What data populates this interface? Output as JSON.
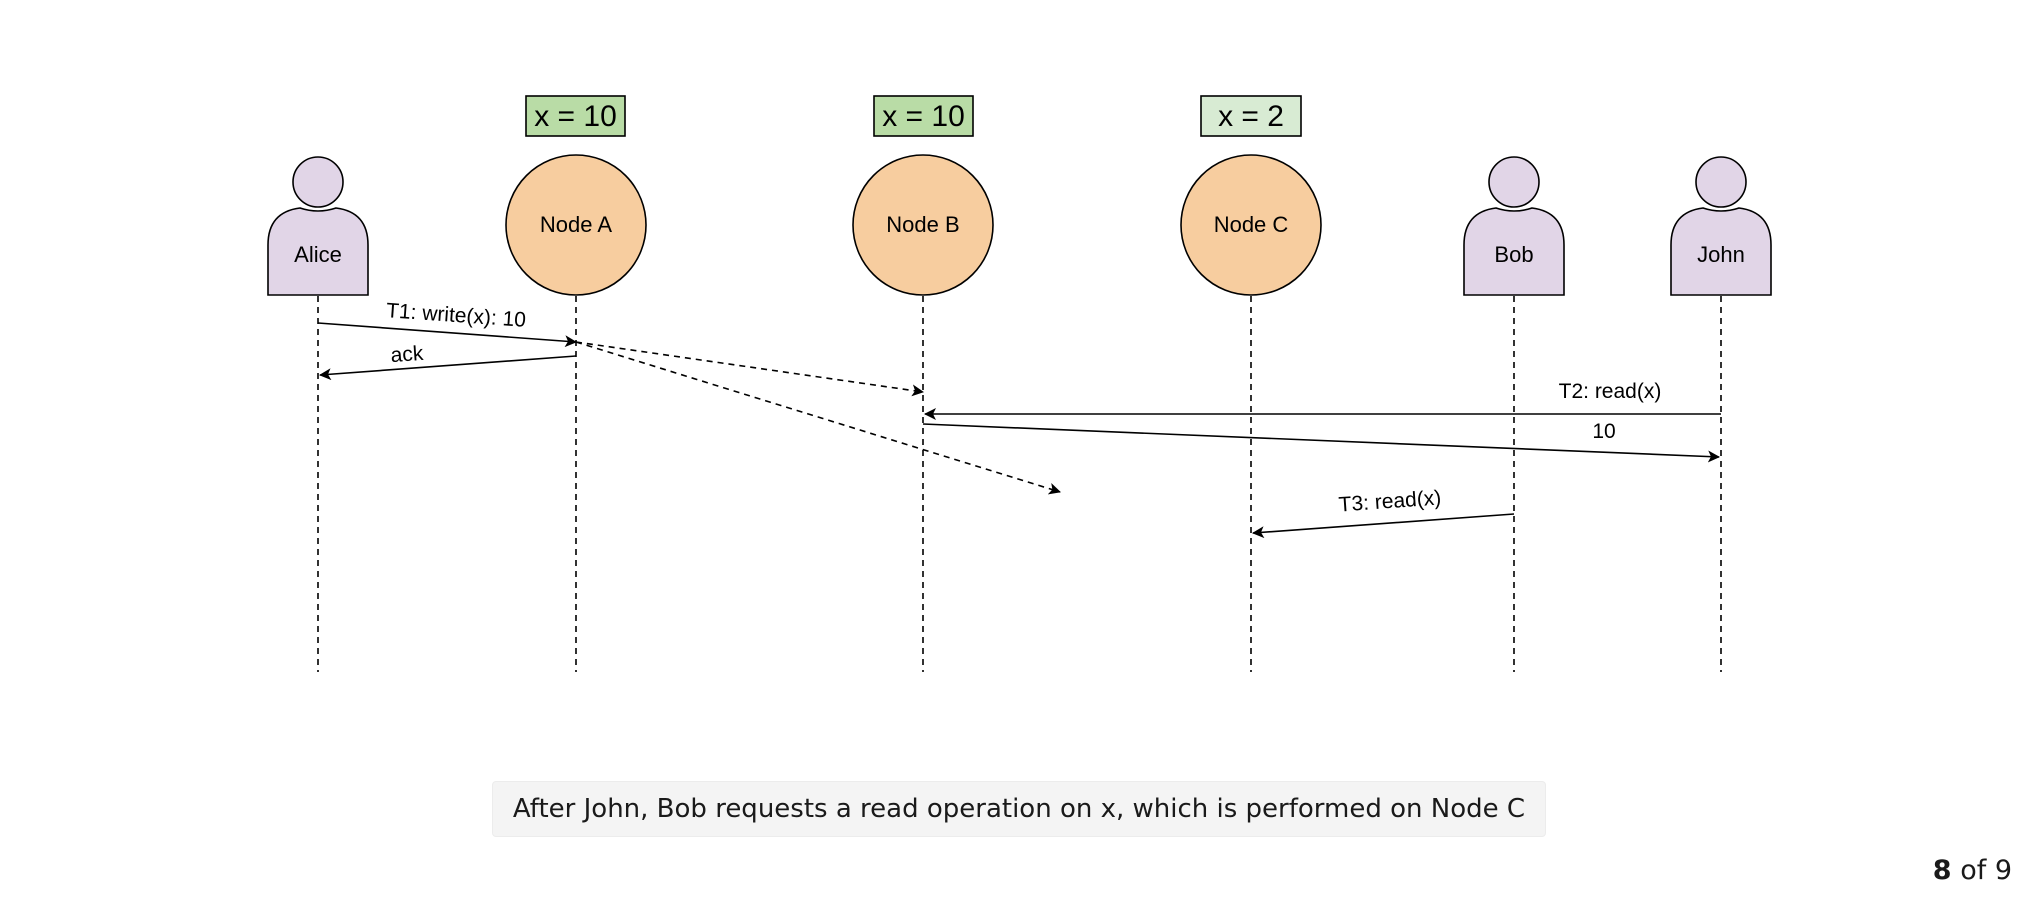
{
  "actors": [
    {
      "id": "alice",
      "label": "Alice"
    },
    {
      "id": "bob",
      "label": "Bob"
    },
    {
      "id": "john",
      "label": "John"
    }
  ],
  "nodes": [
    {
      "id": "node-a",
      "label": "Node A",
      "value_label": "x = 10"
    },
    {
      "id": "node-b",
      "label": "Node B",
      "value_label": "x = 10"
    },
    {
      "id": "node-c",
      "label": "Node C",
      "value_label": "x = 2"
    }
  ],
  "messages": {
    "t1": "T1: write(x): 10",
    "ack": "ack",
    "t2": "T2: read(x)",
    "t2_reply": "10",
    "t3": "T3: read(x)"
  },
  "caption": "After John, Bob requests a read operation on x, which is performed on Node C",
  "pager": {
    "current": "8",
    "separator": "of",
    "total": "9"
  },
  "colors": {
    "actor_fill": "#e1d5e7",
    "node_fill": "#f7cd9f",
    "value_fill_updated": "#b9dca6",
    "value_fill_stale": "#d8ebd3"
  }
}
